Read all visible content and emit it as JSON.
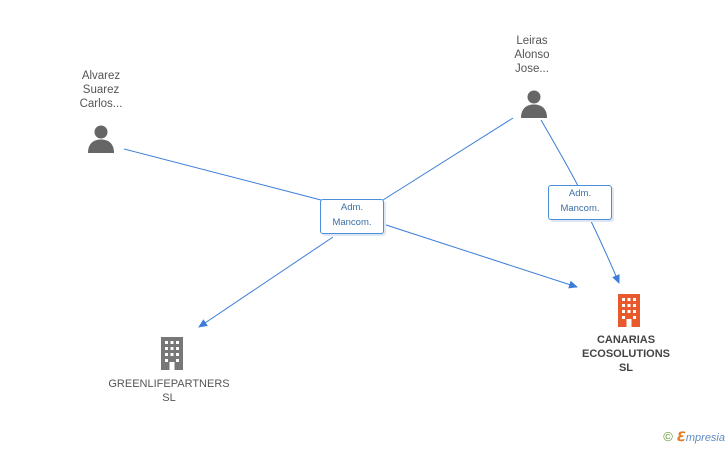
{
  "nodes": {
    "person_1": {
      "lines": [
        "Alvarez",
        "Suarez",
        "Carlos..."
      ],
      "icon": "person-icon"
    },
    "person_2": {
      "lines": [
        "Leiras",
        "Alonso",
        "Jose..."
      ],
      "icon": "person-icon"
    },
    "company_1": {
      "lines": [
        "GREENLIFEPARTNERS",
        "SL"
      ],
      "icon": "building-icon",
      "color": "#777777"
    },
    "company_2": {
      "lines": [
        "CANARIAS",
        "ECOSOLUTIONS",
        "SL"
      ],
      "icon": "building-icon",
      "color": "#e85a2c",
      "highlighted": true
    }
  },
  "relations": {
    "rel_1": {
      "lines": [
        "Adm.",
        "Mancom."
      ]
    },
    "rel_2": {
      "lines": [
        "Adm.",
        "Mancom."
      ]
    }
  },
  "colors": {
    "edge": "#3b7dd8",
    "relation_text": "#3c6fa8",
    "person_icon": "#666666"
  },
  "footer": {
    "copyright": "©",
    "brand_e": "ℇ",
    "brand_rest": "mpresia"
  }
}
